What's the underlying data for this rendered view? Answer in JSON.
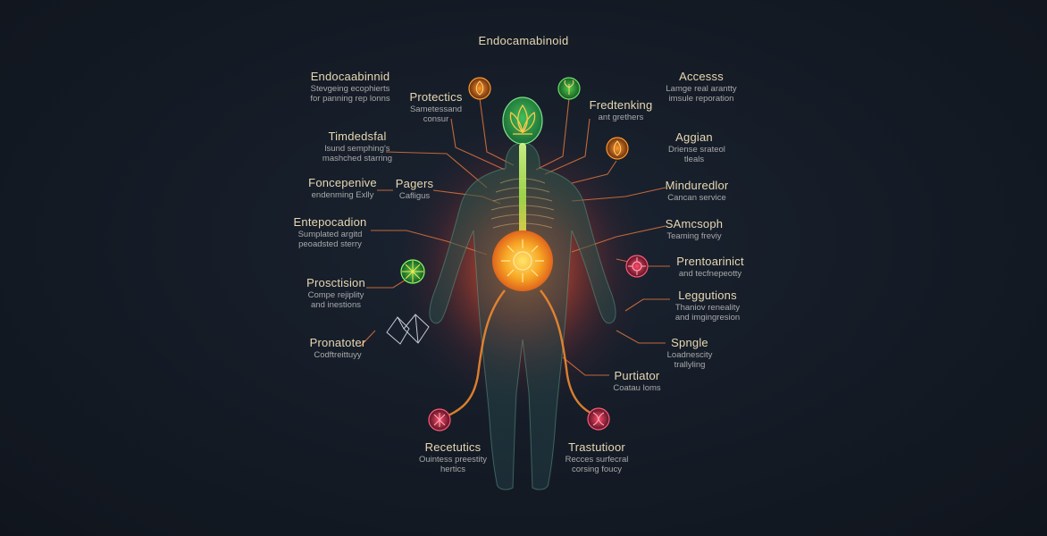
{
  "title": "Endocamabinoid",
  "colors": {
    "background": "#131a24",
    "label": "#e8d8b2",
    "sublabel": "#a9a9a9",
    "line": "#e0743c",
    "glow": "#f2a13a"
  },
  "labels": {
    "endocabinid": {
      "title": "Endocaabinnid",
      "sub": [
        "Stevgeing ecophierts",
        "for panning rep lonns"
      ]
    },
    "timdedsfal": {
      "title": "Timdedsfal",
      "sub": [
        "lsund semphing's",
        "mashched starring"
      ]
    },
    "foncepenive": {
      "title": "Foncepenive",
      "sub": [
        "endenming Exlly"
      ]
    },
    "entepecadon": {
      "title": "Entepocadion",
      "sub": [
        "Sumplated argitd",
        "peoadsted sterry"
      ]
    },
    "prosctision": {
      "title": "Prosctision",
      "sub": [
        "Compe rejiplity",
        "and inestions"
      ]
    },
    "pronatoter": {
      "title": "Pronatoter",
      "sub": [
        "Codftreittuyy"
      ]
    },
    "protectics": {
      "title": "Protectics",
      "sub": [
        "Sametessand",
        "consur"
      ]
    },
    "pagers": {
      "title": "Pagers",
      "sub": [
        "Cafligus"
      ]
    },
    "recetutics": {
      "title": "Recetutics",
      "sub": [
        "Ouintess preestity",
        "hertics"
      ]
    },
    "access": {
      "title": "Accesss",
      "sub": [
        "Lamge real arantty",
        "imsule reporation"
      ]
    },
    "fredtenking": {
      "title": "Fredtenking",
      "sub": [
        "ant grethers"
      ]
    },
    "aggian": {
      "title": "Aggian",
      "sub": [
        "Driense srateol",
        "tleals"
      ]
    },
    "minduredlor": {
      "title": "Minduredlor",
      "sub": [
        "Cancan service"
      ]
    },
    "samcsoph": {
      "title": "SAmcsoph",
      "sub": [
        "Teaming freviy"
      ]
    },
    "prentoarinict": {
      "title": "Prentoarinict",
      "sub": [
        "and tecfnepeotty"
      ]
    },
    "leggutions": {
      "title": "Leggutions",
      "sub": [
        "Thaniov reneality",
        "and imgingresion"
      ]
    },
    "spngle": {
      "title": "Spngle",
      "sub": [
        "Loadnescity",
        "trallyling"
      ]
    },
    "purtiator": {
      "title": "Purtiator",
      "sub": [
        "Coatau loms"
      ]
    },
    "trastutioor": {
      "title": "Trastutioor",
      "sub": [
        "Recces surfecral",
        "corsing foucy"
      ]
    }
  },
  "icons": {
    "head": "lotus-icon",
    "solar": "sun-burst-icon",
    "top_left": "lotus-flower-icon",
    "top_mid": "sprout-icon",
    "right_upper": "flame-flower-icon",
    "left_green": "cannabis-leaf-icon",
    "right_pink": "molecule-icon",
    "bottom_left": "flower-knot-icon",
    "bottom_right": "dna-icon",
    "crystals": "crystal-icon"
  }
}
